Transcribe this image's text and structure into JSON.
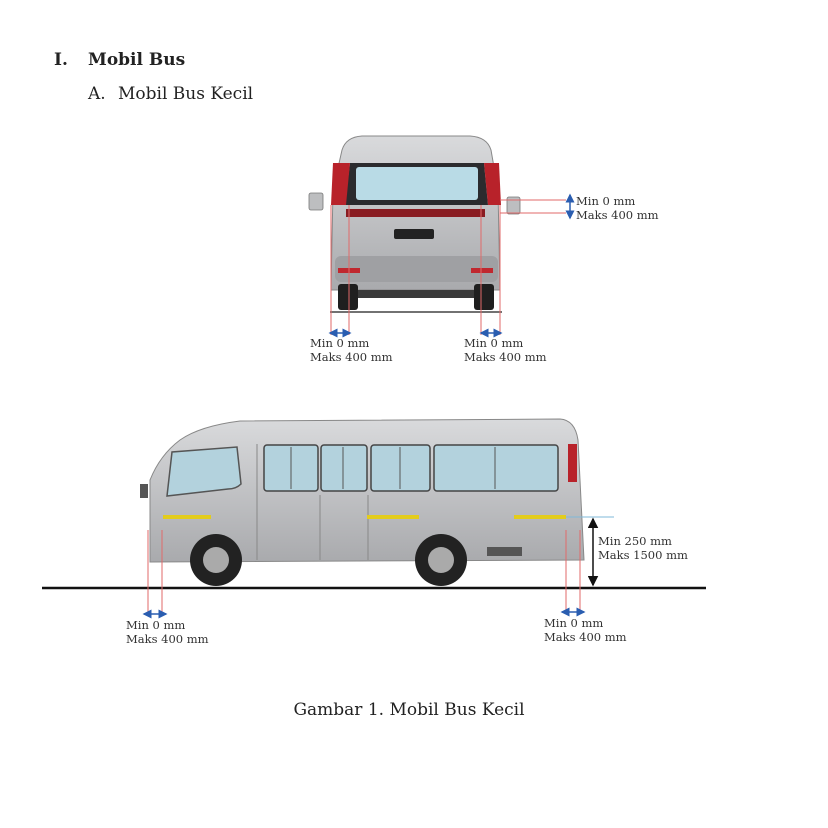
{
  "section": {
    "number": "I.",
    "title": "Mobil Bus"
  },
  "subsection": {
    "letter": "A.",
    "title": "Mobil Bus Kecil"
  },
  "rear_view": {
    "lamp_vertical": {
      "min": "Min 0 mm",
      "max": "Maks 400 mm"
    },
    "lamp_left": {
      "min": "Min 0 mm",
      "max": "Maks 400 mm"
    },
    "lamp_right": {
      "min": "Min 0 mm",
      "max": "Maks 400 mm"
    }
  },
  "side_view": {
    "height": {
      "min": "Min 250 mm",
      "max": "Maks 1500 mm"
    },
    "front": {
      "min": "Min 0 mm",
      "max": "Maks 400 mm"
    },
    "rear": {
      "min": "Min 0 mm",
      "max": "Maks 400 mm"
    }
  },
  "caption": "Gambar 1. Mobil Bus Kecil",
  "colors": {
    "body": "#c9cacc",
    "tail_light": "#b8222a",
    "reflector": "#e3cc1c",
    "dimension": "#2a5db0",
    "guide": "#e06a6a"
  }
}
